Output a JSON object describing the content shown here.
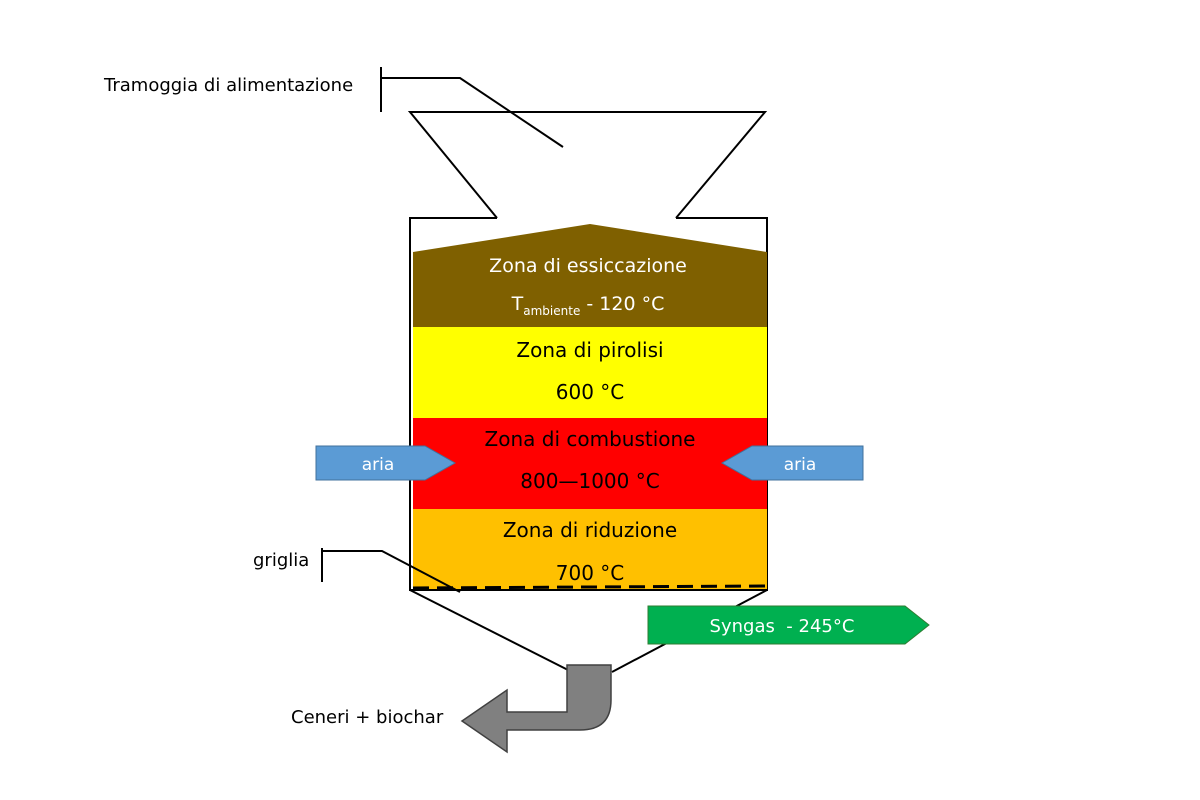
{
  "labels": {
    "hopper": "Tramoggia di alimentazione",
    "grate": "griglia",
    "ash": "Ceneri + biochar"
  },
  "zones": [
    {
      "name": "Zona di essiccazione",
      "temp_main": "T",
      "temp_sub": "ambiente",
      "temp_rest": " - 120 °C",
      "color": "#7f6000",
      "text_color": "#ffffff"
    },
    {
      "name": "Zona di pirolisi",
      "temp": "600 °C",
      "color": "#ffff00",
      "text_color": "#000000"
    },
    {
      "name": "Zona di combustione",
      "temp": "800—1000 °C",
      "color": "#ff0000",
      "text_color": "#000000"
    },
    {
      "name": "Zona di riduzione",
      "temp": "700 °C",
      "color": "#ffc000",
      "text_color": "#000000"
    }
  ],
  "inputs": {
    "air_left": "aria",
    "air_right": "aria",
    "air_color": "#5b9bd5"
  },
  "output": {
    "syngas": "Syngas  - 245°C",
    "syngas_color": "#00b050",
    "ash_arrow_color": "#808080"
  }
}
